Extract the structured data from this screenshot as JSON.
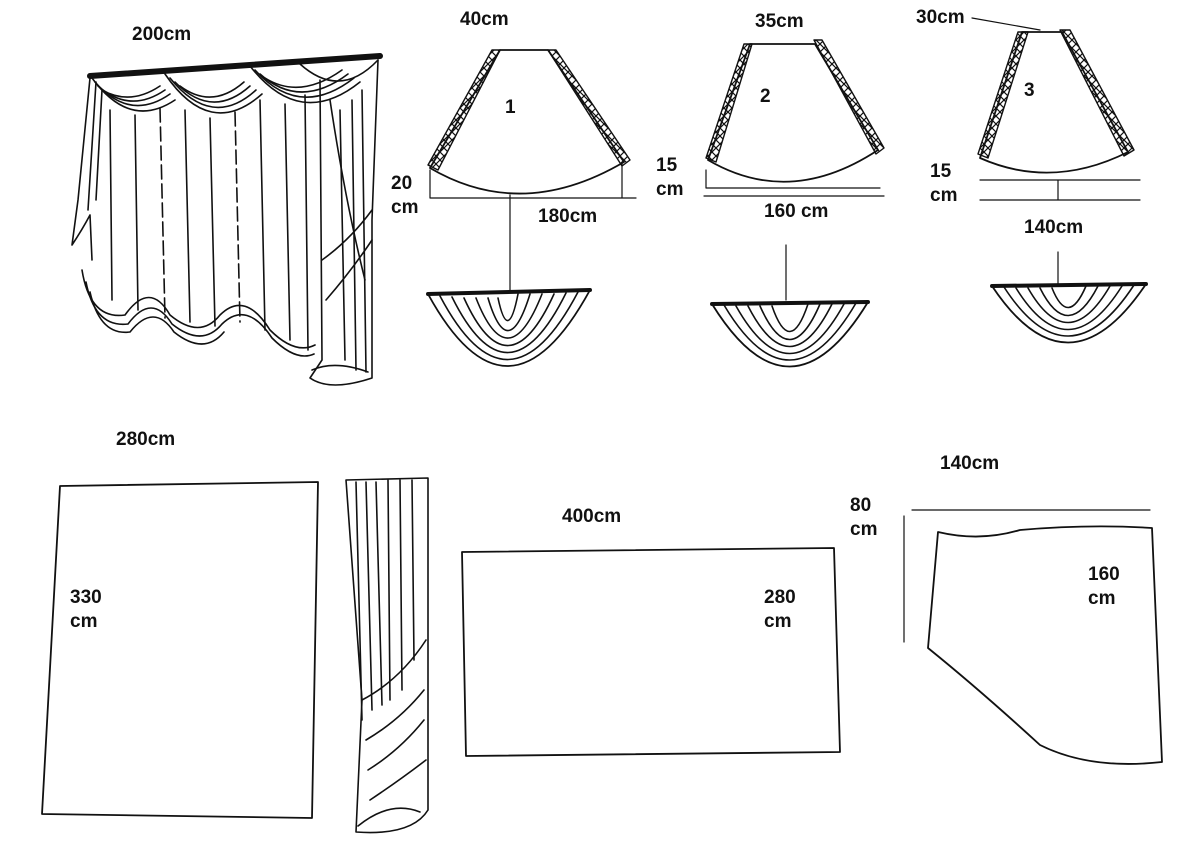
{
  "overview": {
    "width_label": "200cm"
  },
  "swags": [
    {
      "number": "1",
      "top_label": "40cm",
      "depth_label": "20\ncm",
      "arc_label": "180cm"
    },
    {
      "number": "2",
      "top_label": "35cm",
      "depth_label": "15\ncm",
      "arc_label": "160 cm"
    },
    {
      "number": "3",
      "top_label": "30cm",
      "depth_label": "15\ncm",
      "arc_label": "140cm"
    }
  ],
  "curtain_panel": {
    "width_label": "280cm",
    "height_label": "330\ncm"
  },
  "pelmet_panel": {
    "width_label": "400cm",
    "height_label": "280\ncm"
  },
  "tail_panel": {
    "width_label": "140cm",
    "short_side_label": "80\ncm",
    "long_side_label": "160\ncm"
  },
  "colors": {
    "ink": "#111111",
    "paper": "#ffffff"
  }
}
